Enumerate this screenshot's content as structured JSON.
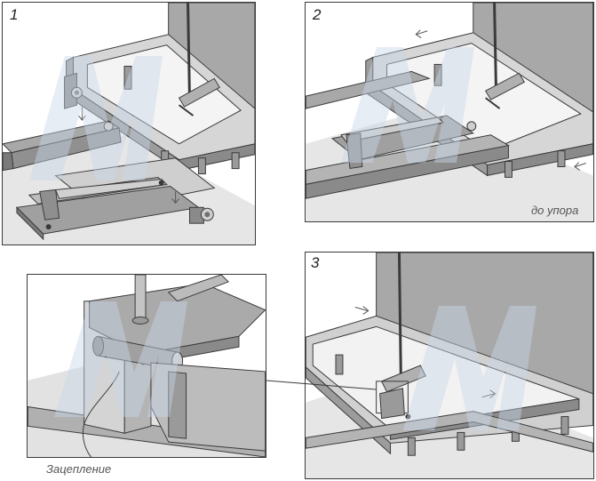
{
  "panels": {
    "p1": {
      "step": "1"
    },
    "p2": {
      "step": "2",
      "caption": "до упора"
    },
    "p3": {
      "step": "3"
    },
    "detail": {
      "caption": "Зацепление"
    }
  },
  "colors": {
    "outline": "#3a3a3a",
    "metal_light": "#b8b8b8",
    "metal_mid": "#9a9a9a",
    "metal_dark": "#6f6f6f",
    "floor": "#dcdcdc",
    "watermark": "#c9d7e6"
  }
}
